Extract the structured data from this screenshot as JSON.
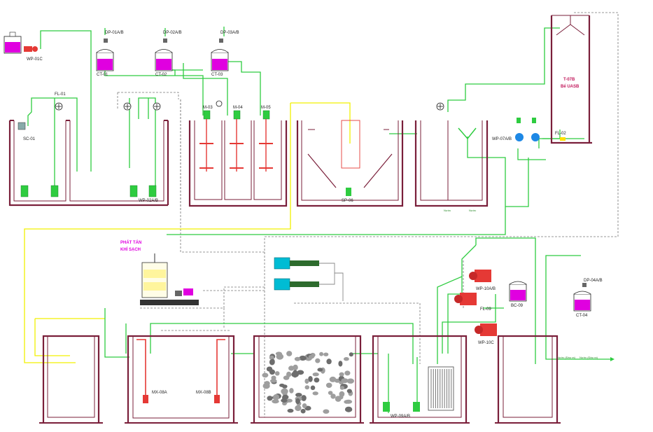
{
  "labels": {
    "wp01c": "WP-01C",
    "fl01": "FL-01",
    "dp01": "DP-01A/B",
    "dp02": "DP-02A/B",
    "dp03": "DP-03A/B",
    "ct01": "CT-01",
    "ct02": "CT-02",
    "ct03": "CT-03",
    "m03": "M-03",
    "m04": "M-04",
    "m05": "M-05",
    "sc01": "SC-01",
    "wp02": "WP-02A/B",
    "sp06": "SP-06",
    "t07b": "T-07B",
    "uasb": "Bể UASB",
    "fl02": "FL-02",
    "wp07": "WP-07A/B",
    "phat_tan": "PHÁT TÁN",
    "khi_sach": "KHÍ SẠCH",
    "wp10ab": "WP-10A/B",
    "fl09": "FL-09",
    "bc09": "BC-09",
    "wp10c": "WP-10C",
    "dp04": "DP-04A/B",
    "ct04": "CT-04",
    "mx08a": "MX-08A",
    "mx08b": "MX-08B",
    "wp09": "WP-09A/B"
  },
  "colors": {
    "tank": "#7a1f3a",
    "water_line": "#2ecc40",
    "air_line": "#f2f000",
    "chem_tank": "#e000e0",
    "pump_red": "#e53935",
    "pump_blue": "#1e88e5",
    "blower": "#00bcd4"
  }
}
